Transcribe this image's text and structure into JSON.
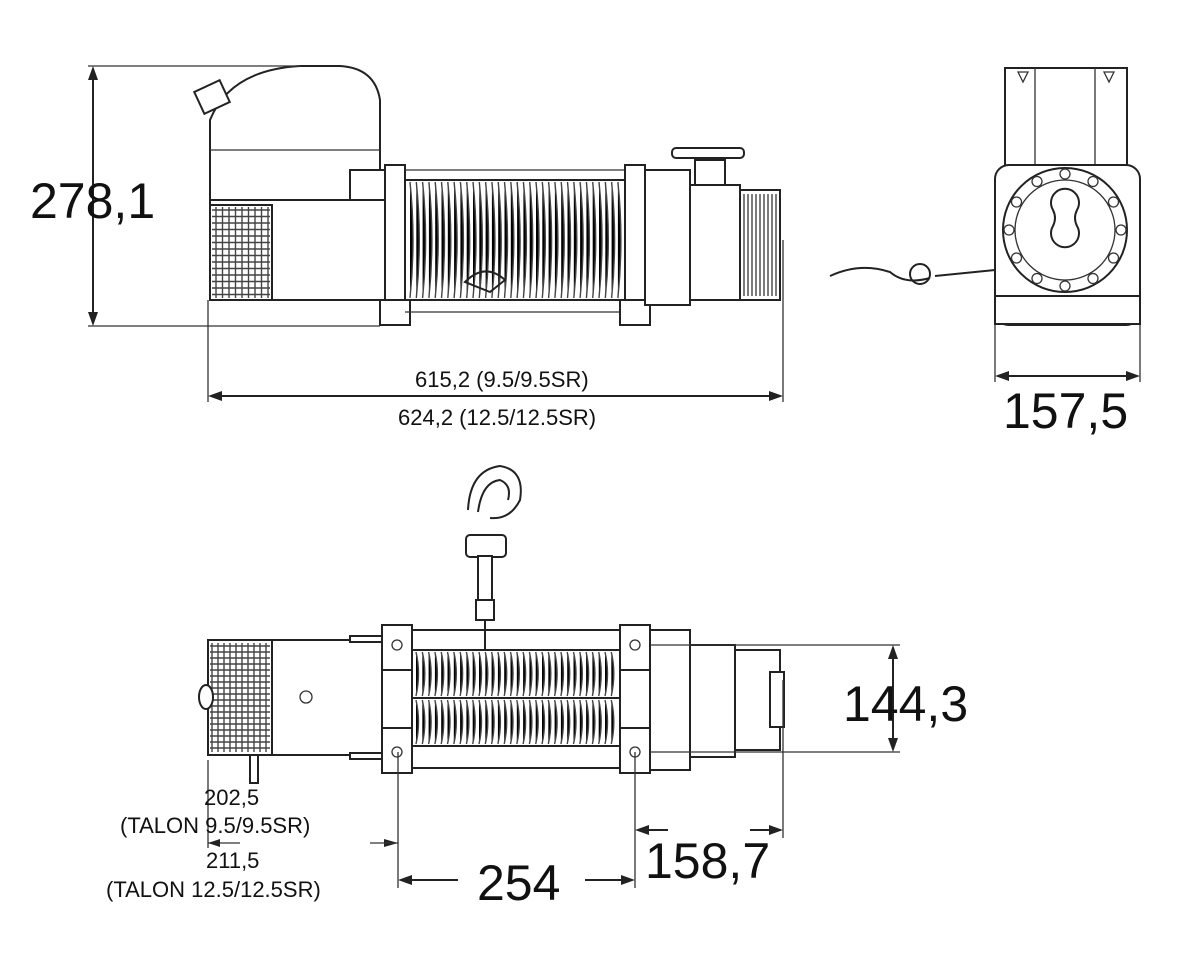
{
  "dimensions": {
    "height": "278,1",
    "length_9_5": "615,2 (9.5/9.5SR)",
    "length_12_5": "624,2 (12.5/12.5SR)",
    "end_width": "157,5",
    "width_top": "144,3",
    "foot_spacing": "254",
    "foot_to_end": "158,7",
    "offset_9_5_value": "202,5",
    "offset_9_5_model": "(TALON 9.5/9.5SR)",
    "offset_12_5_value": "211,5",
    "offset_12_5_model": "(TALON 12.5/12.5SR)"
  },
  "views": [
    "side-view",
    "end-view",
    "top-view"
  ],
  "colors": {
    "line": "#222222",
    "background": "#ffffff"
  }
}
